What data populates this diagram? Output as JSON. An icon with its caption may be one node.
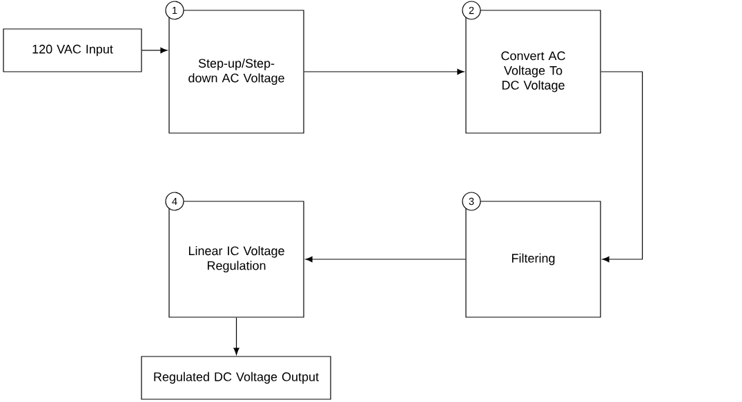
{
  "diagram": {
    "nodes": [
      {
        "text": [
          "120 VAC Input"
        ]
      },
      {
        "text": [
          "Step-up/Step-down AC Voltage"
        ]
      },
      {
        "text": [
          "Convert AC Voltage To DC Voltage"
        ]
      },
      {
        "text": [
          "Filtering"
        ]
      },
      {
        "text": [
          "Linear IC Voltage Regulation"
        ]
      },
      {
        "text": [
          "Regulated DC Voltage Output"
        ]
      }
    ],
    "edges": [
      {
        "from": 0,
        "to": 1,
        "arrow": "to"
      },
      {
        "from": 1,
        "to": 2,
        "arrow": "to"
      },
      {
        "from": 2,
        "to": 3,
        "arrow": "to"
      },
      {
        "from": 3,
        "to": 4,
        "arrow": "to"
      },
      {
        "from": 4,
        "to": 5,
        "arrow": "to"
      }
    ],
    "labels": [
      "1",
      "2",
      "3",
      "4"
    ]
  }
}
